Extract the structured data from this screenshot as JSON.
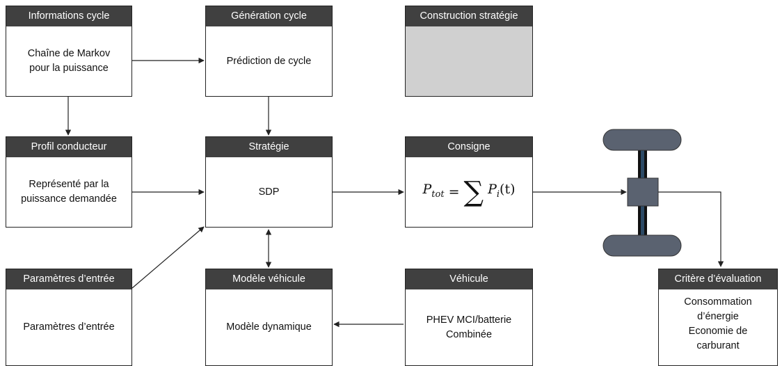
{
  "blocks": {
    "info_cycle": {
      "title": "Informations cycle",
      "body": "Chaîne de Markov\npour la puissance"
    },
    "gen_cycle": {
      "title": "Génération cycle",
      "body": "Prédiction de cycle"
    },
    "construction": {
      "title": "Construction stratégie",
      "body": ""
    },
    "profil": {
      "title": "Profil conducteur",
      "body": "Représenté par la\npuissance demandée"
    },
    "strategie": {
      "title": "Stratégie",
      "body": "SDP"
    },
    "consigne": {
      "title": "Consigne",
      "formula": {
        "lhs_var": "P",
        "lhs_sub": "tot",
        "equals": "=",
        "sigma": "∑",
        "rhs_var": "P",
        "rhs_sub": "i",
        "rhs_arg": "(t)"
      }
    },
    "parametres": {
      "title": "Paramètres d’entrée",
      "body": "Paramètres d’entrée"
    },
    "modele": {
      "title": "Modèle véhicule",
      "body": "Modèle dynamique"
    },
    "vehicule": {
      "title": "Véhicule",
      "body": "PHEV MCI/batterie\nCombinée"
    },
    "critere": {
      "title": "Critère d’évaluation",
      "body": "Consommation\nd’énergie\nEconomie de\ncarburant"
    }
  },
  "colors": {
    "header": "#404040",
    "header_text": "#ffffff",
    "construction_fill": "#d0d0d0",
    "wheel_fill": "#5a6270",
    "axle_fill": "#111111",
    "hub_fill": "#5a6270"
  }
}
